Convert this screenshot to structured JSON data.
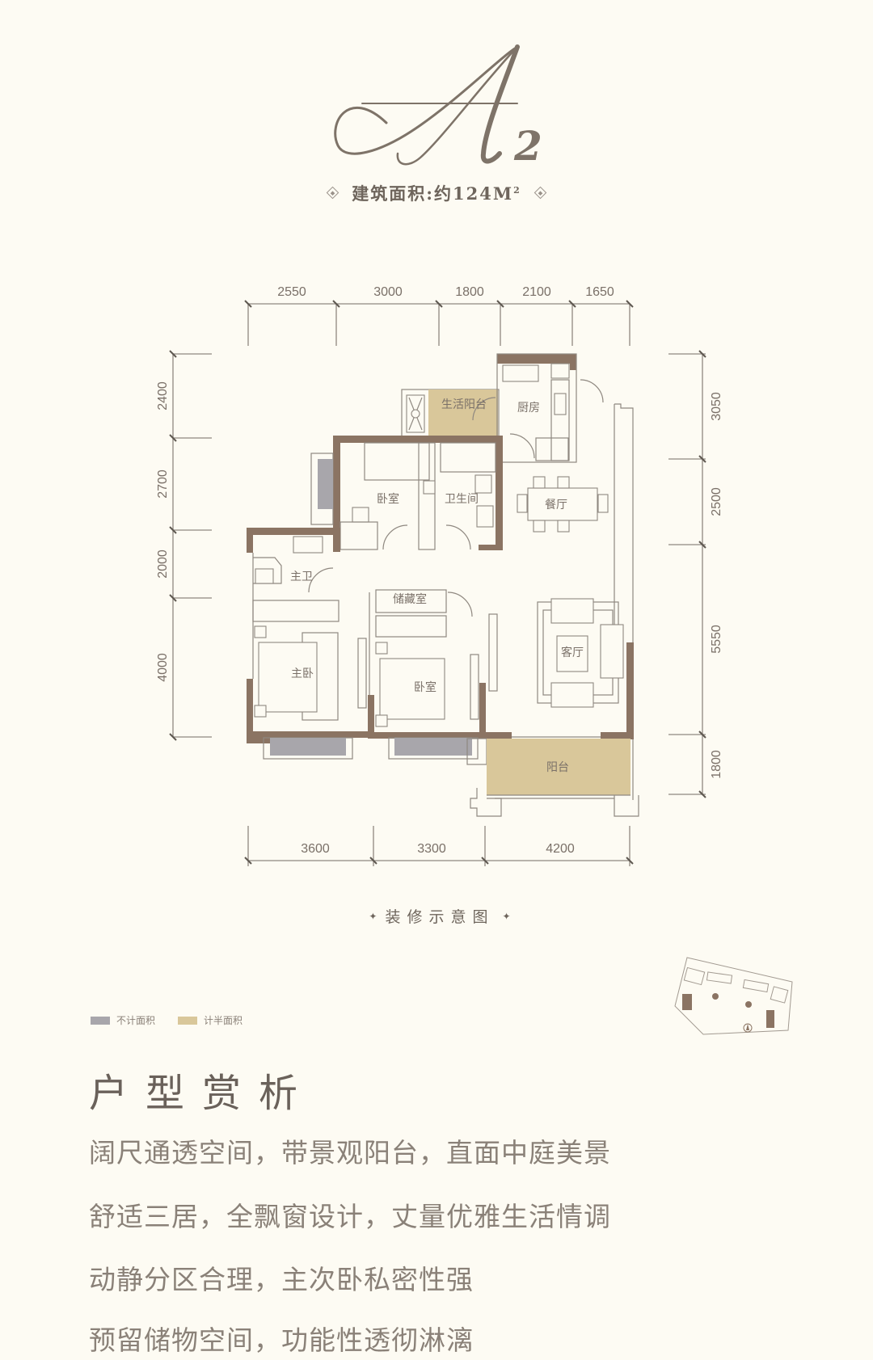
{
  "header": {
    "unit_letter": "A",
    "unit_number": "2",
    "area_label": "建筑面积:约124M",
    "area_superscript": "2"
  },
  "plan": {
    "dimensions": {
      "top": [
        "2550",
        "3000",
        "1800",
        "2100",
        "1650"
      ],
      "left": [
        "2400",
        "2700",
        "2000",
        "4000"
      ],
      "right": [
        "3050",
        "2500",
        "5550",
        "1800"
      ],
      "bottom": [
        "3600",
        "3300",
        "4200"
      ]
    },
    "rooms": {
      "utility_balcony": "生活阳台",
      "kitchen": "厨房",
      "bedroom_north": "卧室",
      "bathroom": "卫生间",
      "dining": "餐厅",
      "master_bath": "主卫",
      "storage": "储藏室",
      "living": "客厅",
      "master_bedroom": "主卧",
      "bedroom_second": "卧室",
      "balcony": "阳台"
    },
    "caption": "装修示意图"
  },
  "legend": {
    "items": [
      {
        "label": "不计面积",
        "color": "#a8a6ab"
      },
      {
        "label": "计半面积",
        "color": "#d9c79a"
      }
    ]
  },
  "colors": {
    "wall": "#8b7463",
    "half_area": "#d9c79a",
    "not_counted": "#a8a6ab",
    "background": "#fdfbf3",
    "line": "#8f8880"
  },
  "analysis": {
    "title": "户型赏析",
    "lines": [
      "阔尺通透空间，带景观阳台，直面中庭美景",
      "舒适三居，全飘窗设计，丈量优雅生活情调",
      "动静分区合理，主次卧私密性强",
      "预留储物空间，功能性透彻淋漓"
    ]
  }
}
